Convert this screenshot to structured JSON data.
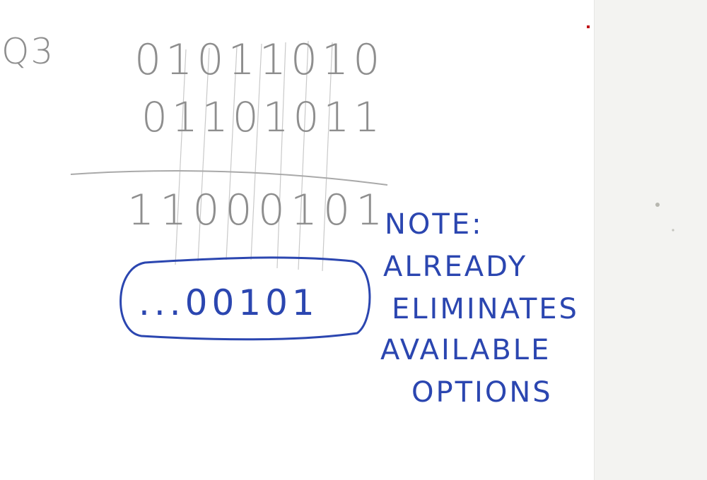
{
  "page": {
    "question_label": "Q3",
    "operand_a": "01011010",
    "operand_b": "01101011",
    "result": "11000101",
    "circled_result": "...00101",
    "note_lines": [
      "NOTE:",
      "ALREADY",
      "ELIMINATES",
      "AVAILABLE",
      "OPTIONS"
    ]
  },
  "colors": {
    "paper": "#ffffff",
    "pencil": "#8e8e8e",
    "pencil_light": "#b9b9b9",
    "blue_ink": "#2b46b0",
    "red_mark": "#c0161a"
  }
}
